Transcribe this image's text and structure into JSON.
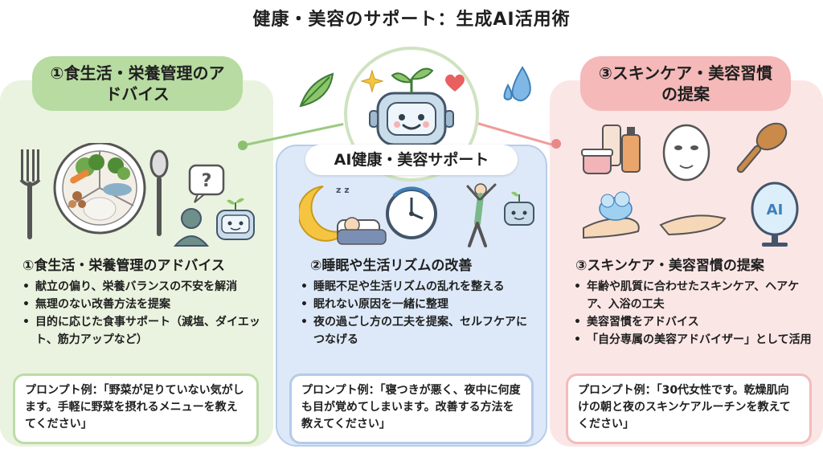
{
  "title": "健康・美容のサポート：生成AI活用術",
  "center": {
    "label": "AI健康・美容サポート",
    "robot_icon": "robot-icon"
  },
  "sections": [
    {
      "id": "diet",
      "pill": "①食生活・栄養管理のアドバイス",
      "heading": "①食生活・栄養管理のアドバイス",
      "bullets": [
        "献立の偏り、栄養バランスの不安を解消",
        "無理のない改善方法を提案",
        "目的に応じた食事サポート（減塩、ダイエット、筋力アップなど）"
      ],
      "prompt": "プロンプト例：「野菜が足りていない気がします。手軽に野菜を摂れるメニューを教えてください」",
      "icons": [
        "fork-icon",
        "food-plate-icon",
        "spoon-icon",
        "question-bubble-icon",
        "person-icon",
        "robot-icon"
      ]
    },
    {
      "id": "sleep",
      "heading": "②睡眠や生活リズムの改善",
      "bullets": [
        "睡眠不足や生活リズムの乱れを整える",
        "眠れない原因を一緒に整理",
        "夜の過ごし方の工夫を提案、セルフケアにつなげる"
      ],
      "prompt": "プロンプト例：「寝つきが悪く、夜中に何度も目が覚めてしまいます。改善する方法を教えてください」",
      "icons": [
        "moon-sleep-icon",
        "clock-icon",
        "stretching-person-icon",
        "robot-icon"
      ]
    },
    {
      "id": "skin",
      "pill": "③スキンケア・美容習慣の提案",
      "heading": "③スキンケア・美容習慣の提案",
      "bullets": [
        "年齢や肌質に合わせたスキンケア、ヘアケア、入浴の工夫",
        "美容習慣をアドバイス",
        "「自分専属の美容アドバイザー」として活用"
      ],
      "prompt": "プロンプト例：「30代女性です。乾燥肌向けの朝と夜のスキンケアルーチンを教えてください」",
      "icons": [
        "cosmetics-icon",
        "face-mask-icon",
        "hairbrush-icon",
        "foam-hand-icon",
        "ai-mirror-icon"
      ]
    }
  ],
  "colors": {
    "green_panel": "#eaf3df",
    "green_accent": "#b7dba0",
    "blue_panel": "#dde9f8",
    "pink_panel": "#fbe6e6",
    "pink_accent": "#f4b9b8"
  }
}
